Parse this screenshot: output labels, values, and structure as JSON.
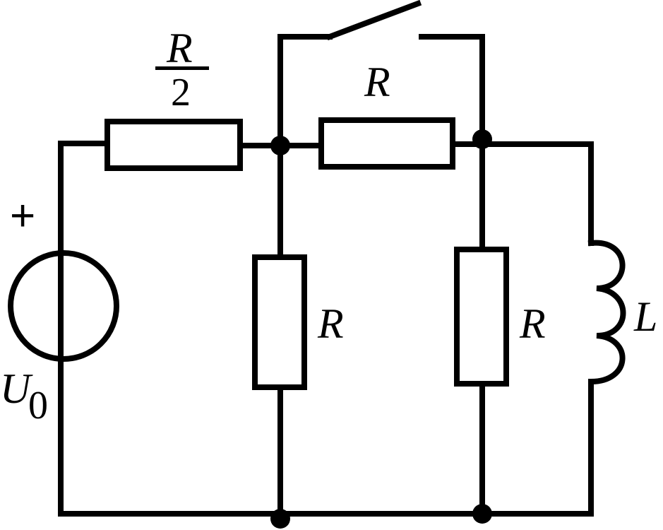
{
  "labels": {
    "source_plus": "+",
    "source_name": "U",
    "source_sub": "0",
    "r_half_num": "R",
    "r_half_den": "2",
    "r_top": "R",
    "r_mid": "R",
    "r_right": "R",
    "inductor": "L"
  }
}
